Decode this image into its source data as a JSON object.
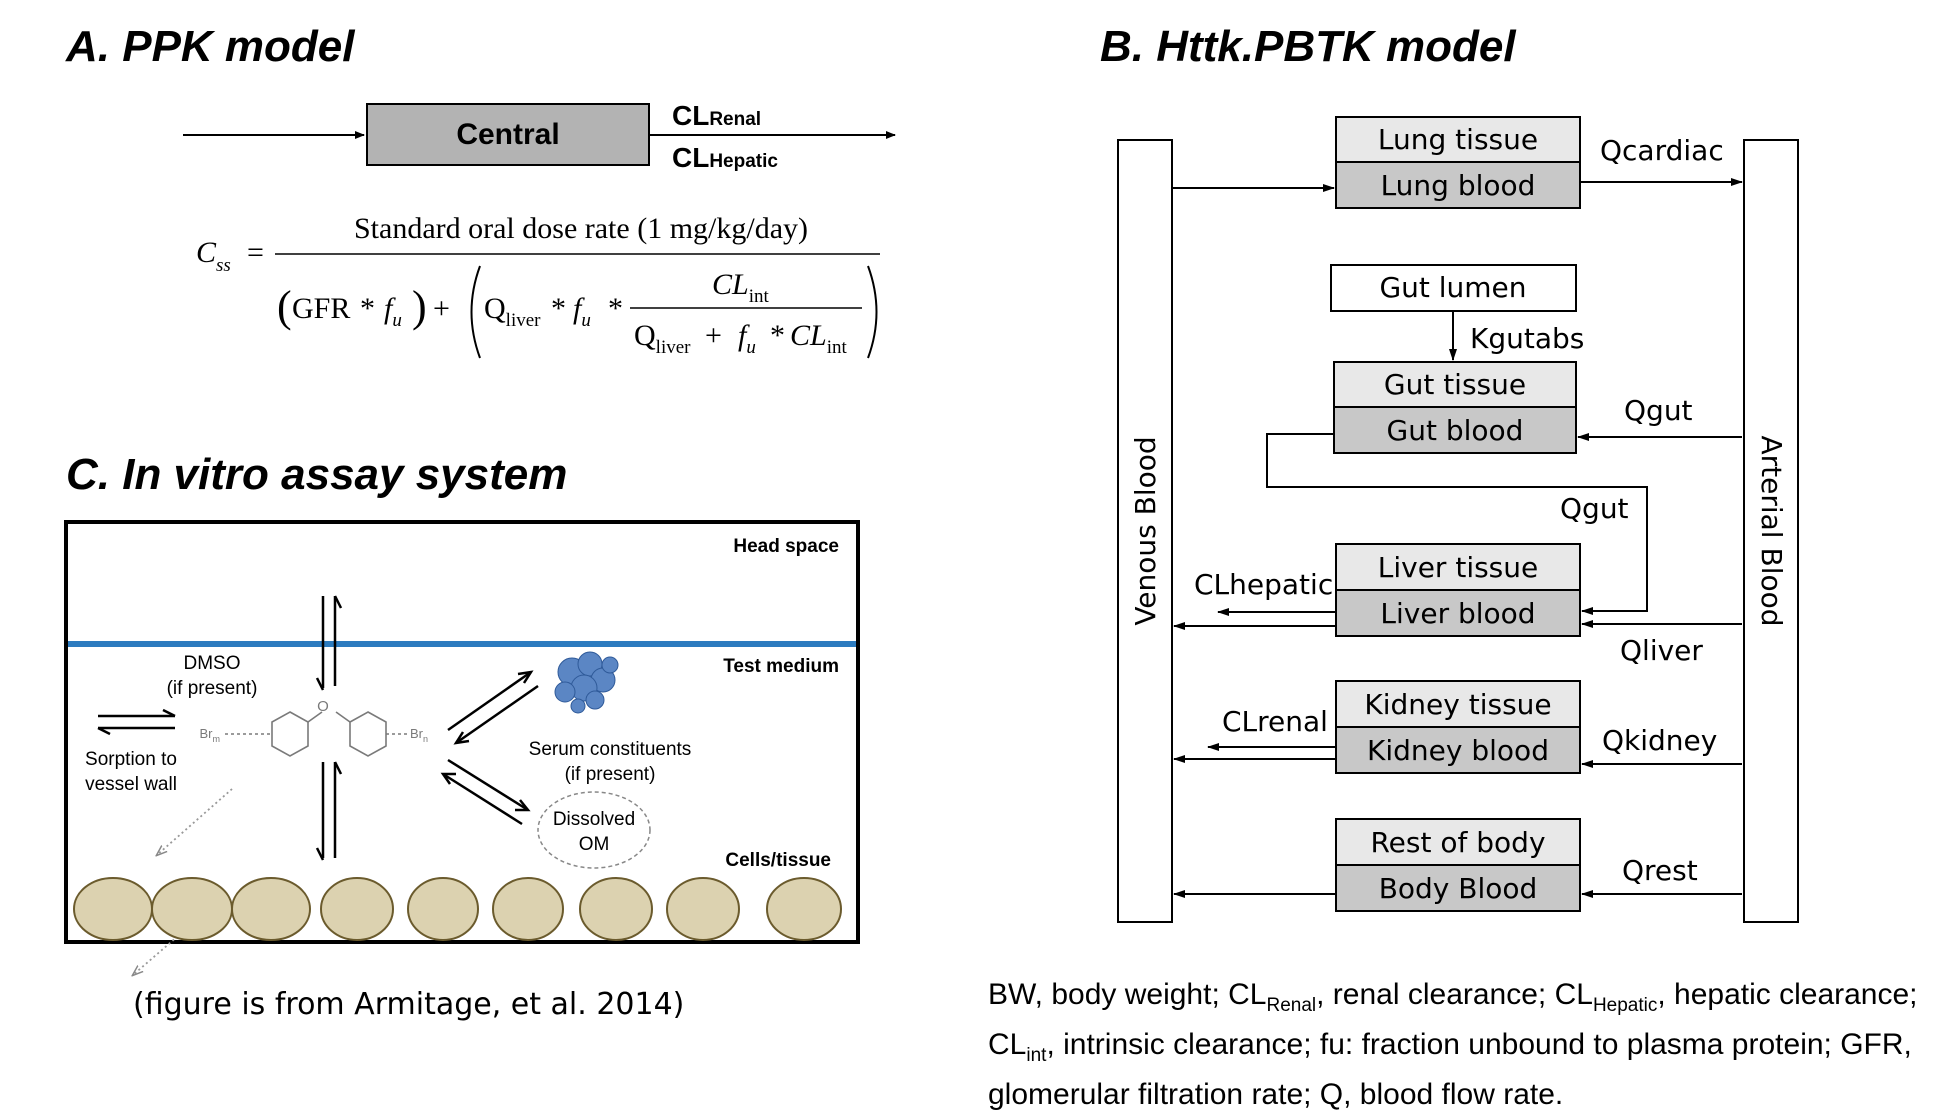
{
  "panels": {
    "a_title": "A.  PPK model",
    "b_title": "B.  Httk.PBTK model",
    "c_title": "C. In vitro assay system"
  },
  "ppk": {
    "central_label": "Central",
    "cl_prefix": "CL",
    "renal_sub": "Renal",
    "hepatic_sub": "Hepatic",
    "equation": {
      "lhs": "C",
      "lhs_sub": "ss",
      "numerator": "Standard oral dose rate (1 mg/kg/day)",
      "gfr": "GFR",
      "f": "f",
      "u": "u",
      "q": "Q",
      "liver": "liver",
      "cl": "CL",
      "int": "int",
      "equals": "=",
      "plus": "+",
      "times": "*"
    }
  },
  "pbtk": {
    "venous_label": "Venous Blood",
    "arterial_label": "Arterial Blood",
    "organs": {
      "lung_tissue": "Lung tissue",
      "lung_blood": "Lung blood",
      "gut_lumen": "Gut lumen",
      "gut_tissue": "Gut tissue",
      "gut_blood": "Gut blood",
      "liver_tissue": "Liver tissue",
      "liver_blood": "Liver blood",
      "kidney_tissue": "Kidney tissue",
      "kidney_blood": "Kidney blood",
      "rest_of_body": "Rest of body",
      "body_blood": "Body Blood"
    },
    "flows": {
      "q_cardiac": "Qcardiac",
      "k_gutabs": "Kgutabs",
      "q_gut_in": "Qgut",
      "q_gut_portal": "Qgut",
      "cl_hepatic": "CLhepatic",
      "q_liver": "Qliver",
      "cl_renal": "CLrenal",
      "q_kidney": "Qkidney",
      "q_rest": "Qrest"
    }
  },
  "assay": {
    "head_space": "Head space",
    "test_medium": "Test medium",
    "cells_tissue": "Cells/tissue",
    "dmso_line1": "DMSO",
    "dmso_line2": "(if present)",
    "sorption_line1": "Sorption to",
    "sorption_line2": "vessel wall",
    "serum_line1": "Serum constituents",
    "serum_line2": "(if present)",
    "om_line1": "Dissolved",
    "om_line2": "OM",
    "br_m": "Br",
    "br_m_sub": "m",
    "br_n": "Br",
    "br_n_sub": "n",
    "oxygen": "O"
  },
  "notes": {
    "source": "(figure is from Armitage, et al. 2014)",
    "legend": {
      "p1": "BW, body weight; CL",
      "s1": "Renal",
      "p2": ", renal clearance; CL",
      "s2": "Hepatic",
      "p3": ", hepatic clearance; CL",
      "s3": "int",
      "p4": ", intrinsic clearance; fu: fraction unbound to plasma protein; GFR, glomerular filtration rate; Q, blood flow rate."
    }
  },
  "colors": {
    "central_fill": "#b3b3b3",
    "tissue_fill": "#e8e8e8",
    "blood_fill": "#c8c8c8",
    "medium_line": "#2c7bbf",
    "cell_fill": "#dcd2b0",
    "cell_stroke": "#6b5b2d",
    "protein": "#5b86c4"
  }
}
